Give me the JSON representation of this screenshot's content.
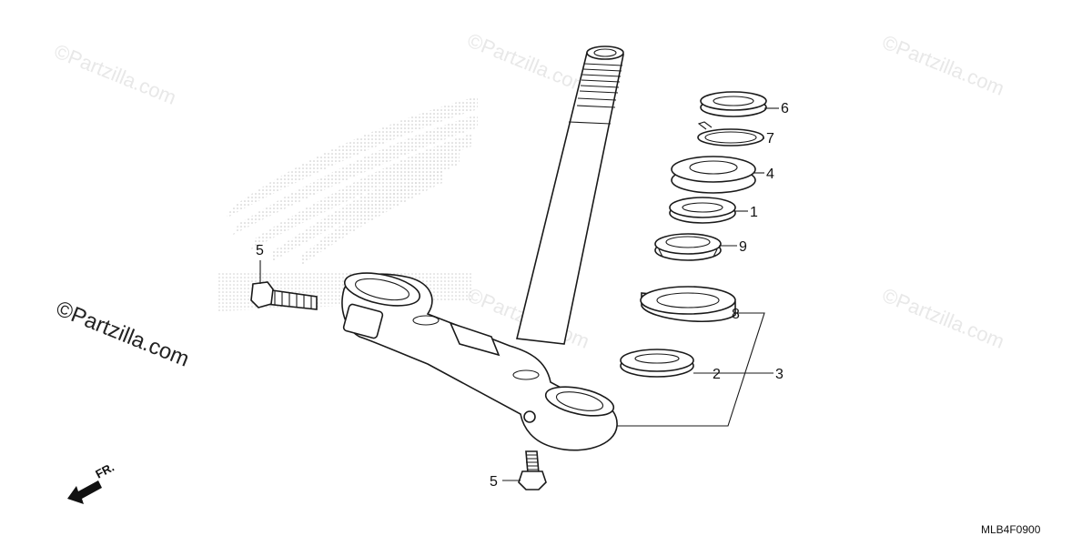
{
  "watermarks": {
    "small": "©Partzilla.com",
    "large": "©Partzilla.com"
  },
  "callouts": {
    "c6": "6",
    "c7": "7",
    "c4": "4",
    "c1": "1",
    "c9": "9",
    "c8": "8",
    "c2": "2",
    "c3": "3",
    "c5_upper": "5",
    "c5_lower": "5"
  },
  "direction_label": "FR.",
  "diagram_code": "MLB4F0900",
  "colors": {
    "line": "#1a1a1a",
    "watermark": "#e8e8e8",
    "dot_logo": "#c8c8c8"
  },
  "icons": {
    "direction": "arrow-forward-icon",
    "logo": "wing-logo-icon"
  }
}
